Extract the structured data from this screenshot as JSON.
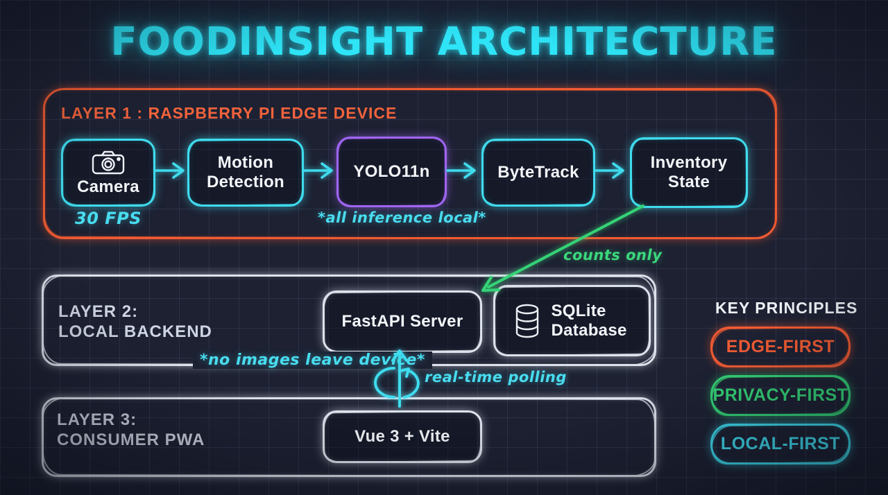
{
  "title": "FOODINSIGHT ARCHITECTURE",
  "colors": {
    "cyan": "#3fdcee",
    "orange": "#f15b33",
    "purple": "#a065f2",
    "green": "#35d377",
    "frame": "#dde2ec",
    "title": "#2ee4f6",
    "background": "#1d2132"
  },
  "layer1": {
    "label": "LAYER 1 : RASPBERRY PI EDGE DEVICE",
    "nodes": [
      {
        "label": "Camera",
        "icon": "camera-icon"
      },
      {
        "label": "Motion Detection"
      },
      {
        "label": "YOLO11n"
      },
      {
        "label": "ByteTrack"
      },
      {
        "label": "Inventory State"
      }
    ],
    "fps_note": "30 FPS",
    "inference_note": "*all inference local*"
  },
  "flow": {
    "counts_label": "counts only",
    "privacy_note": "*no images leave device*",
    "polling_label": "real-time polling",
    "polling_icon": "refresh-loop-icon"
  },
  "layer2": {
    "label_line1": "LAYER 2:",
    "label_line2": "LOCAL BACKEND",
    "nodes": [
      {
        "label": "FastAPI Server"
      },
      {
        "label": "SQLite Database",
        "icon": "database-icon"
      }
    ]
  },
  "layer3": {
    "label_line1": "LAYER 3:",
    "label_line2": "CONSUMER PWA",
    "node": "Vue 3 + Vite"
  },
  "key_principles": {
    "title": "KEY PRINCIPLES",
    "items": [
      {
        "label": "EDGE-FIRST",
        "color": "#f15b33"
      },
      {
        "label": "PRIVACY-FIRST",
        "color": "#35d377"
      },
      {
        "label": "LOCAL-FIRST",
        "color": "#3fdcee"
      }
    ]
  }
}
